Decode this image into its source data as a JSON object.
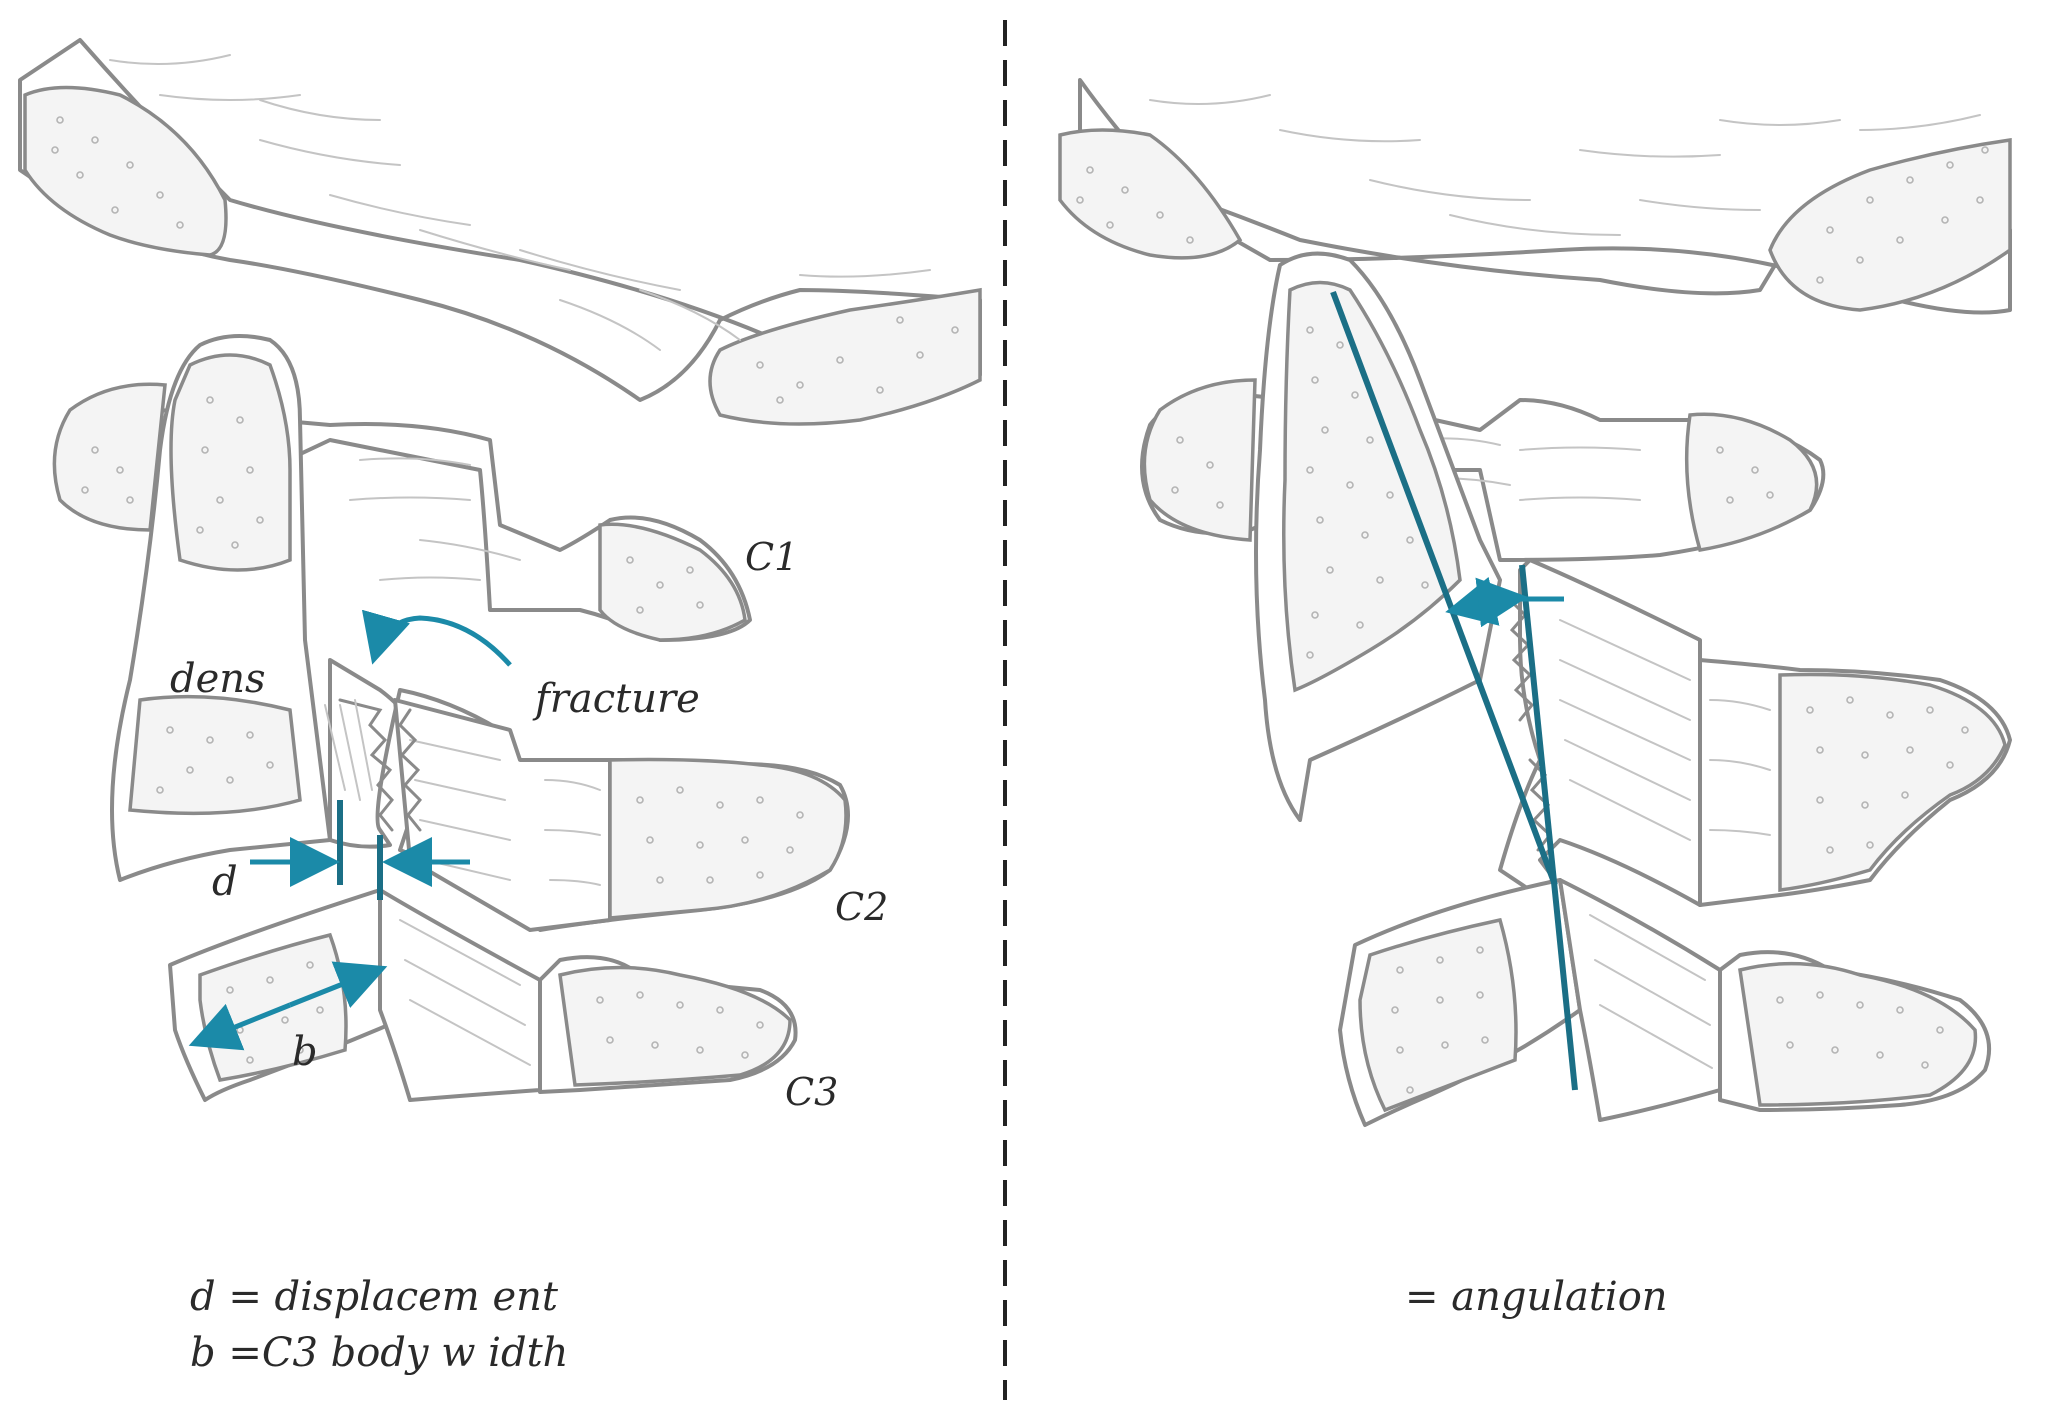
{
  "left_panel": {
    "labels": {
      "c1": "C1",
      "c2": "C2",
      "c3": "C3",
      "dens": "dens",
      "fracture": "fracture",
      "d": "d",
      "b": "b"
    },
    "legend": {
      "line1": "d = displacem ent",
      "line2": "b  =C3 body w idth"
    }
  },
  "right_panel": {
    "legend": {
      "line1": "= angulation"
    }
  },
  "colors": {
    "measurement": "#1b8aa8",
    "bone_outline": "#8a8a8a",
    "texture": "#c4c4c4",
    "divider": "#222222"
  }
}
